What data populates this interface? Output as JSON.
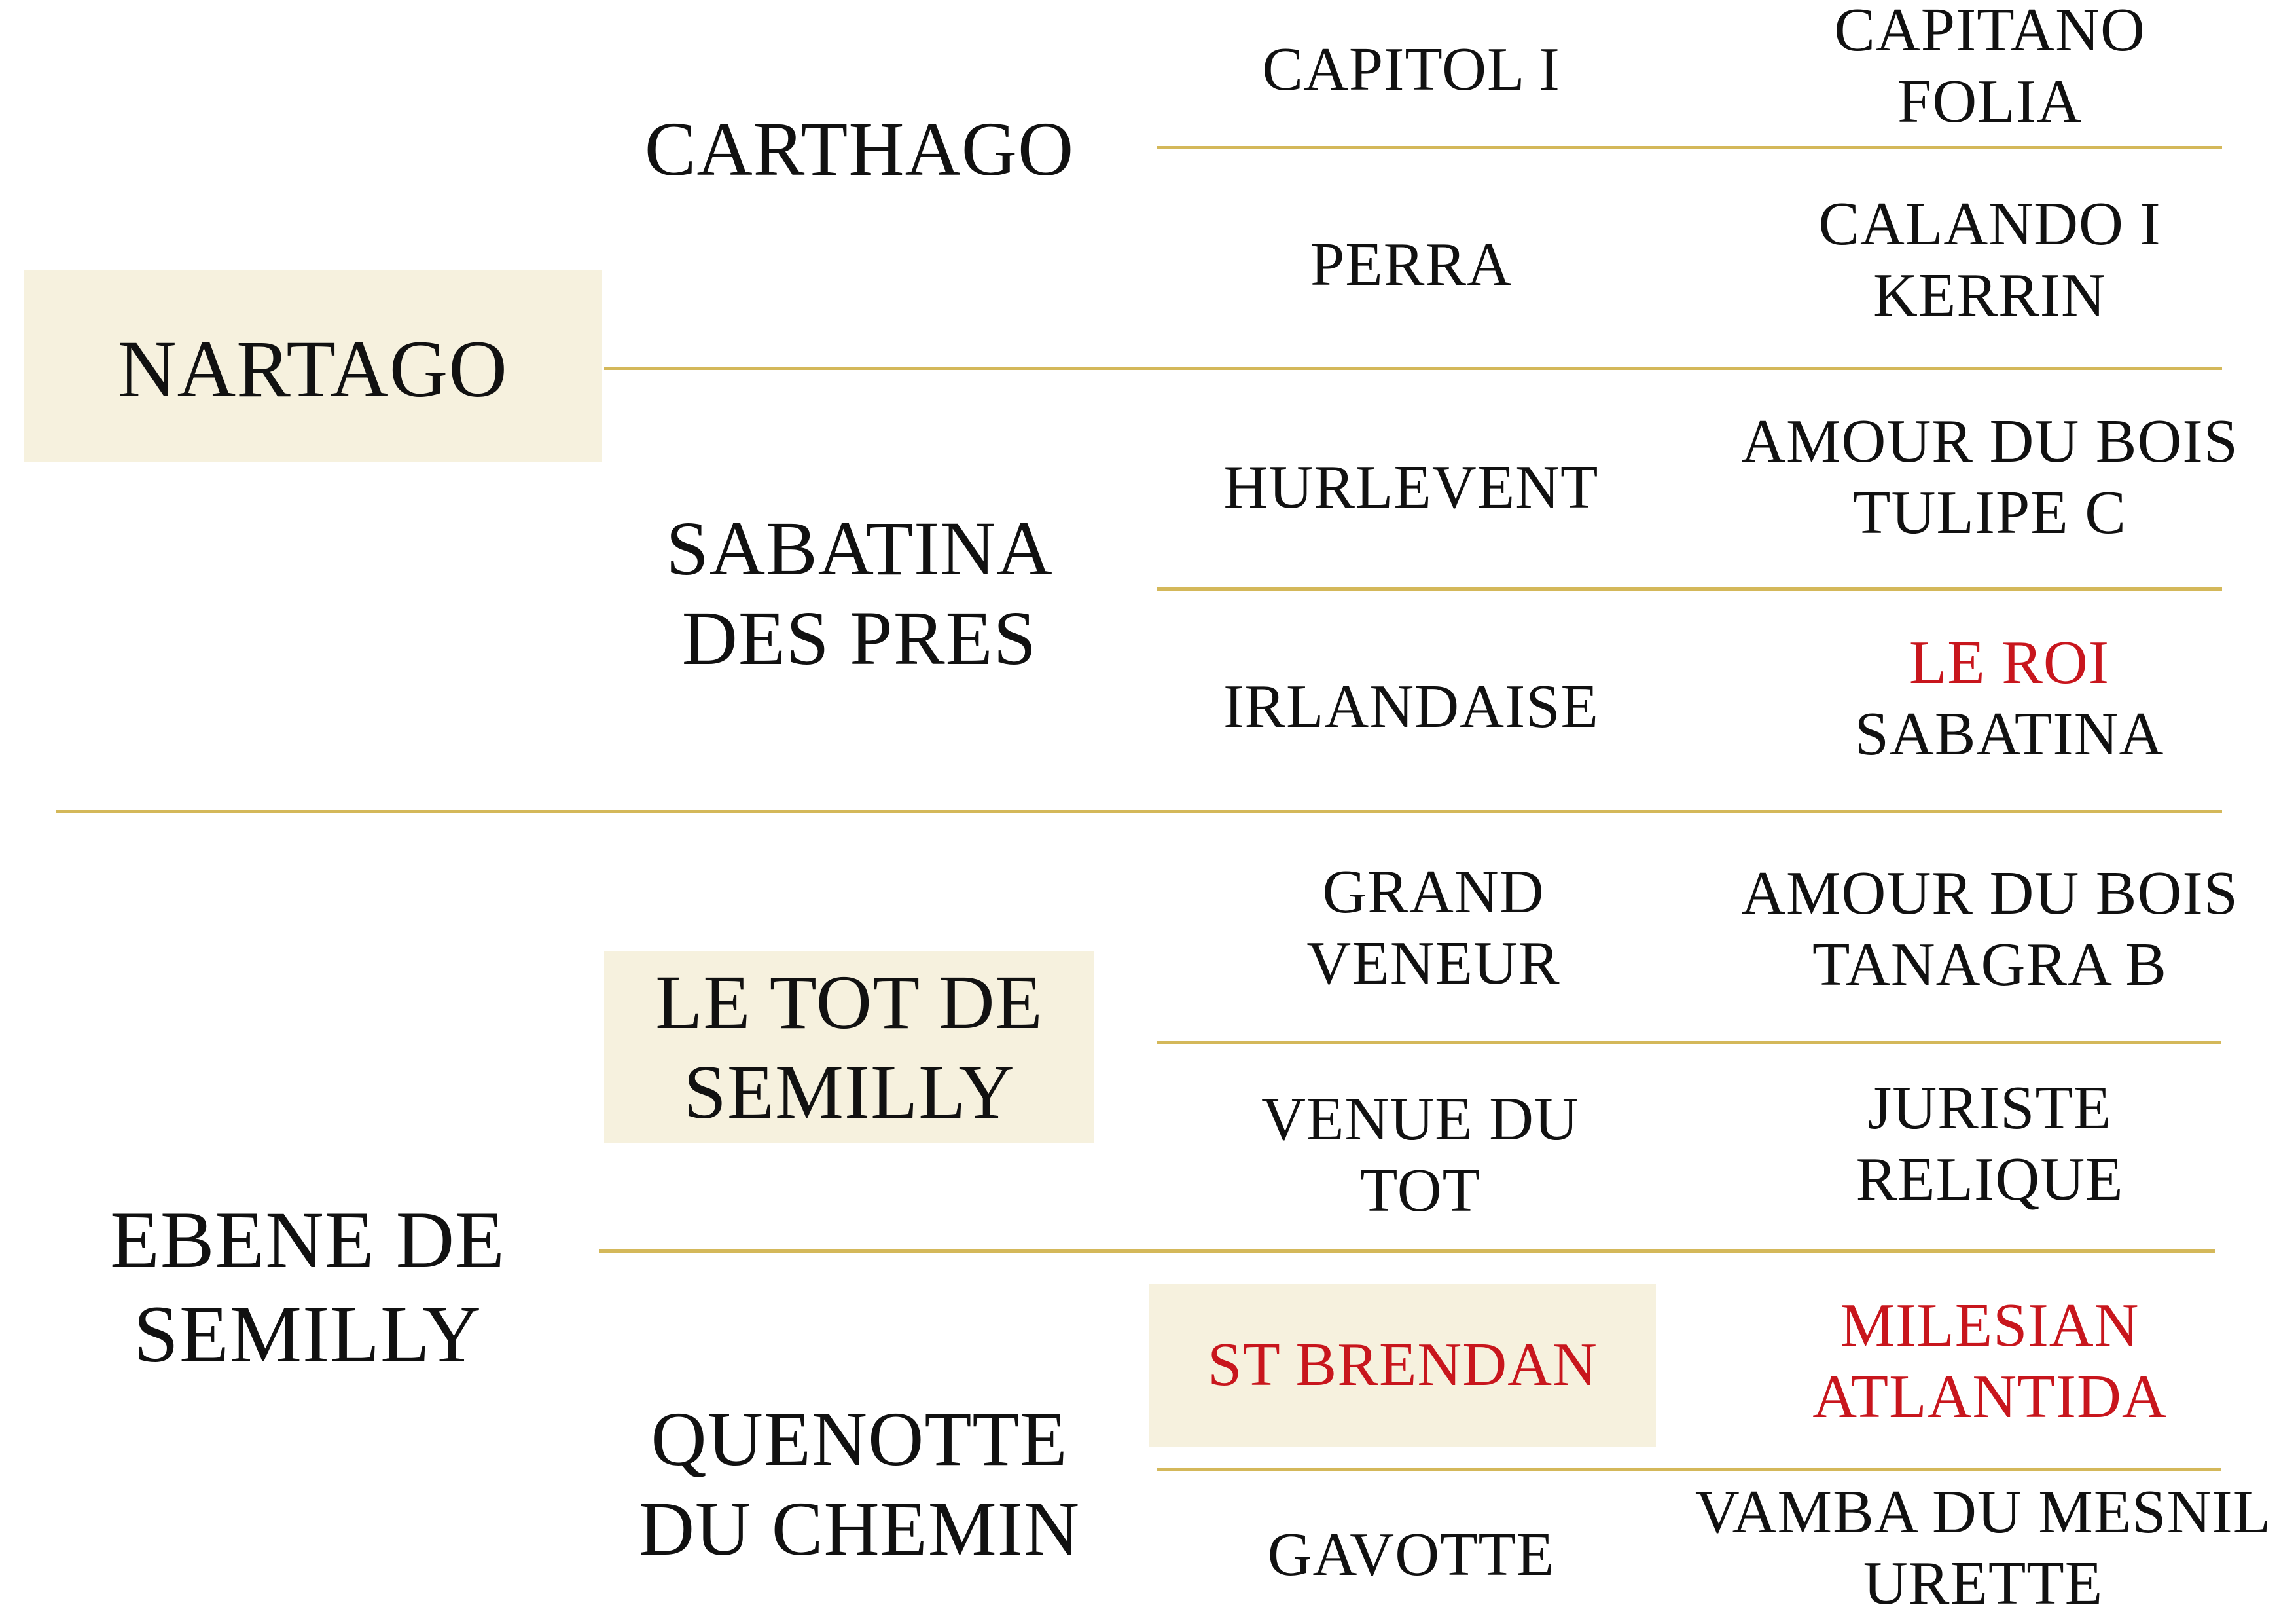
{
  "pedigree": {
    "sire": {
      "name": "NARTAGO",
      "sire": {
        "name": "CARTHAGO",
        "sire": {
          "name": "CAPITOL I",
          "sire": "CAPITANO",
          "dam": "FOLIA"
        },
        "dam": {
          "name": "PERRA",
          "sire": "CALANDO I",
          "dam": "KERRIN"
        }
      },
      "dam": {
        "name_line1": "SABATINA",
        "name_line2": "DES PRES",
        "sire": {
          "name": "HURLEVENT",
          "sire": "AMOUR DU BOIS",
          "dam": "TULIPE C"
        },
        "dam": {
          "name": "IRLANDAISE",
          "sire": "LE ROI",
          "dam": "SABATINA"
        }
      }
    },
    "dam": {
      "name_line1": "EBENE DE",
      "name_line2": "SEMILLY",
      "sire": {
        "name_line1": "LE TOT DE",
        "name_line2": "SEMILLY",
        "sire": {
          "name_line1": "GRAND",
          "name_line2": "VENEUR",
          "sire": "AMOUR DU BOIS",
          "dam": "TANAGRA B"
        },
        "dam": {
          "name_line1": "VENUE DU",
          "name_line2": "TOT",
          "sire": "JURISTE",
          "dam": "RELIQUE"
        }
      },
      "dam": {
        "name_line1": "QUENOTTE",
        "name_line2": "DU CHEMIN",
        "sire": {
          "name": "ST BRENDAN",
          "sire": "MILESIAN",
          "dam": "ATLANTIDA"
        },
        "dam": {
          "name": "GAVOTTE",
          "sire": "VAMBA DU MESNIL",
          "dam": "URETTE"
        }
      }
    }
  },
  "colors": {
    "line": "#d4b85a",
    "highlight_box": "#f6f1de",
    "text": "#111111",
    "highlight_text": "#c8161d"
  }
}
